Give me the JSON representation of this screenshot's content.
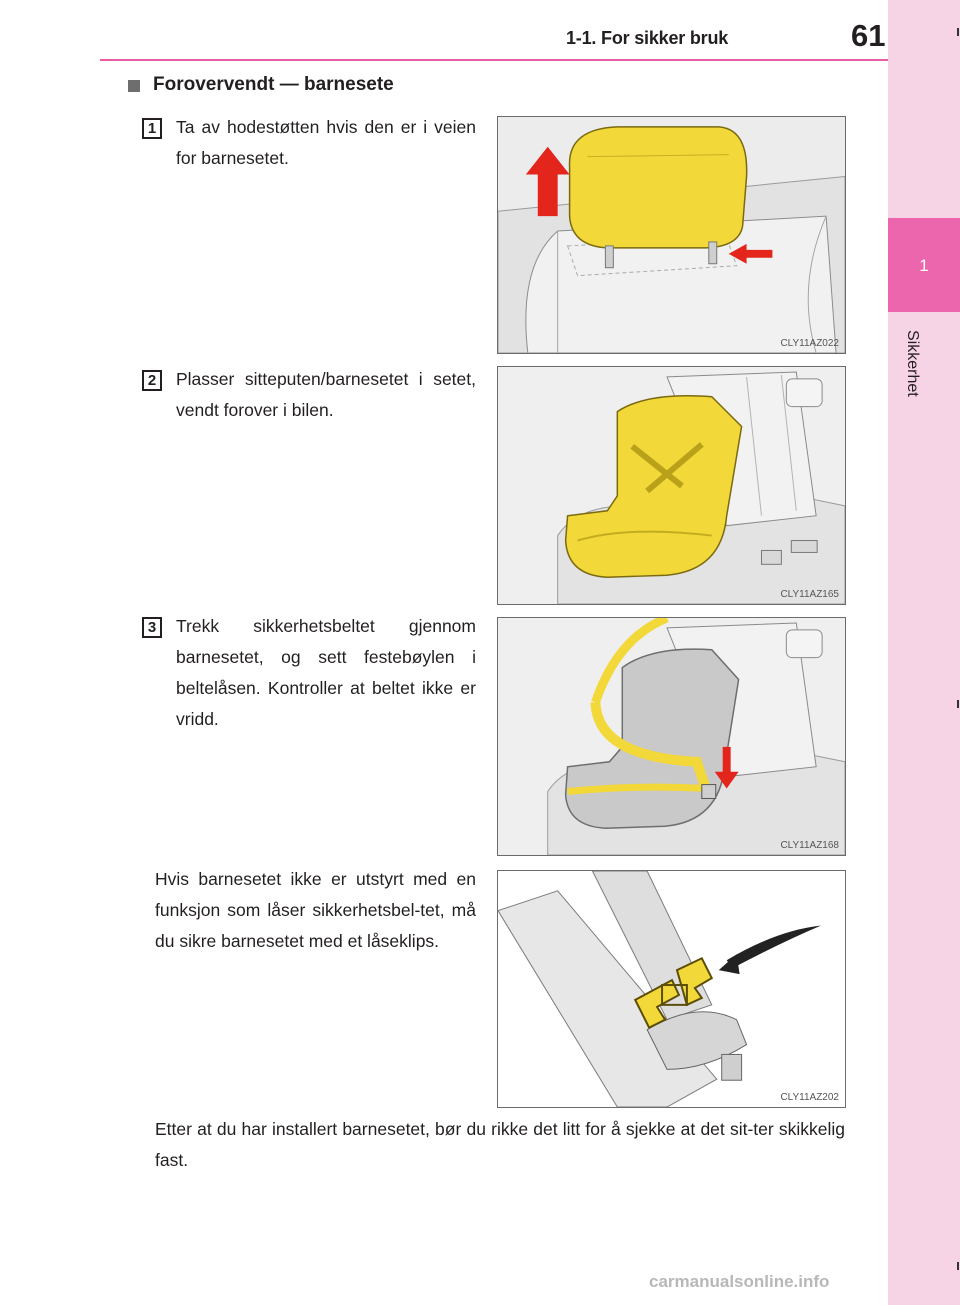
{
  "header": {
    "section": "1-1. For sikker bruk",
    "page_number": "61"
  },
  "side_tab": {
    "chapter_number": "1",
    "chapter_label": "Sikkerhet"
  },
  "heading": "Forovervendt — barnesete",
  "steps": [
    {
      "number": "1",
      "text": "Ta av hodestøtten hvis den er i veien for barnesetet.",
      "image_code": "CLY11AZ022"
    },
    {
      "number": "2",
      "text": "Plasser sitteputen/barnesetet i setet, vendt forover i bilen.",
      "image_code": "CLY11AZ165"
    },
    {
      "number": "3",
      "text": "Trekk sikkerhetsbeltet gjennom barnesetet, og sett festebøylen i beltelåsen. Kontroller at beltet ikke er vridd.",
      "image_code": "CLY11AZ168"
    }
  ],
  "lock_clip_note": {
    "text": "Hvis barnesetet ikke er utstyrt med en funksjon som låser sikkerhetsbel-tet, må du sikre barnesetet med et låseklips.",
    "image_code": "CLY11AZ202"
  },
  "closing_text": "Etter at du har installert barnesetet, bør du rikke det litt for å sjekke at det sit-ter skikkelig fast.",
  "watermark": "carmanualsonline.info",
  "colors": {
    "accent_pink": "#ec66ae",
    "tab_light_pink": "#f7d3e6",
    "highlight_yellow": "#f3d83a",
    "arrow_red": "#e3251c"
  }
}
